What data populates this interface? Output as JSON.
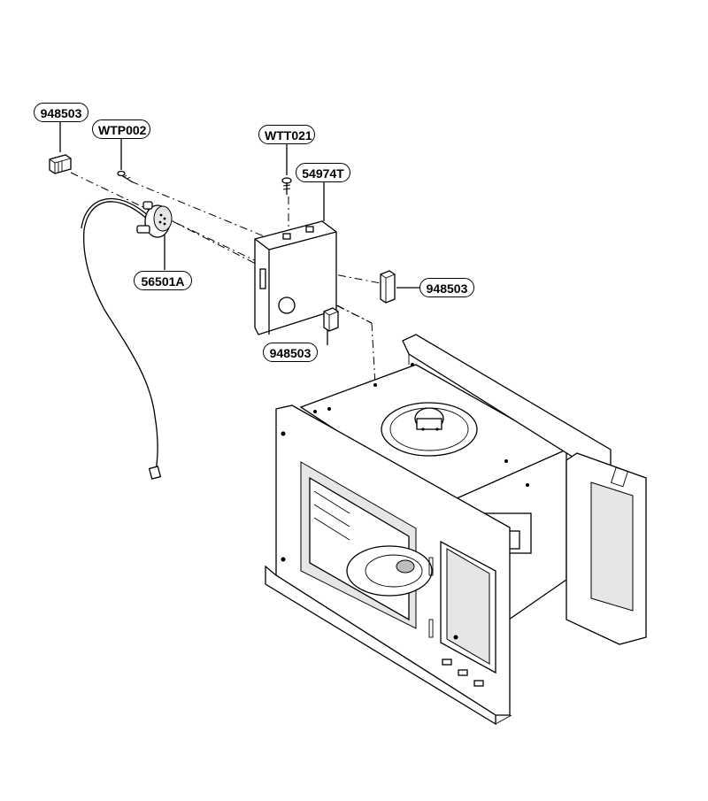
{
  "callouts": {
    "pad_top_left": "948503",
    "screw_wtp": "WTP002",
    "screw_wtt": "WTT021",
    "bracket": "54974T",
    "thermostat": "56501A",
    "pad_right": "948503",
    "pad_bottom": "948503"
  }
}
